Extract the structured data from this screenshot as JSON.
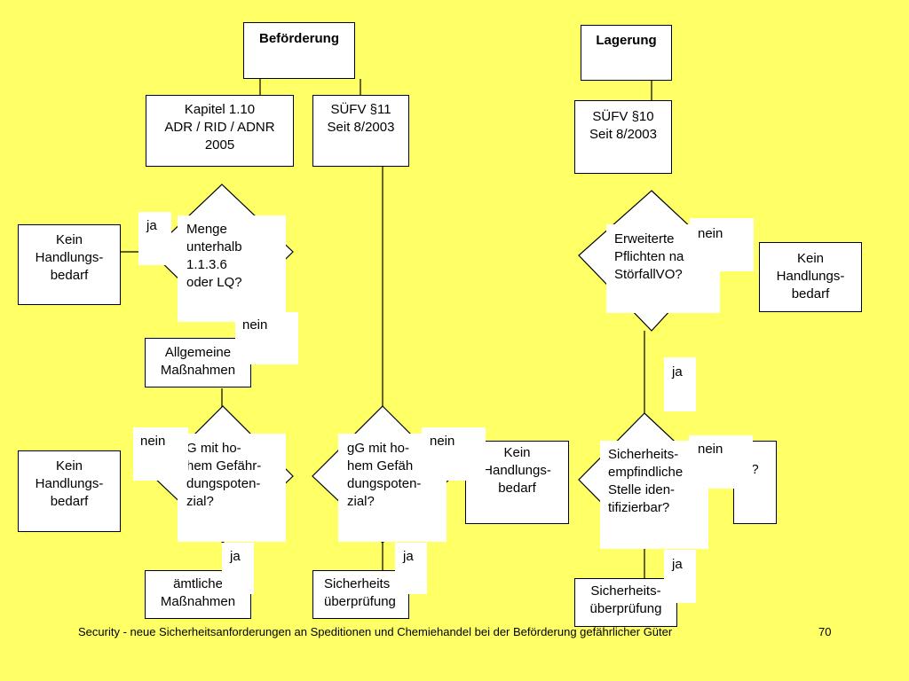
{
  "slide": {
    "transport_title": "Beförderung",
    "storage_title": "Lagerung",
    "chapter": "Kapitel 1.10\nADR / RID / ADNR\n2005",
    "suefv11": "SÜFV §11\nSeit 8/2003",
    "suefv10": "SÜFV §10\nSeit 8/2003",
    "no_action_left_top": "Kein\nHandlungs-\nbedarf",
    "no_action_right_top": "Kein\nHandlungs-\nbedarf",
    "no_action_left_bottom": "Kein\nHandlungs-\nbedarf",
    "no_action_mid_bottom": "Kein\nHandlungs-\nbedarf",
    "general_measures": "Allgemeine\nMaßnahmen",
    "special_measures": "ämtliche\nMaßnahmen",
    "security_check_mid": "Sicherheits\nüberprüfung",
    "security_check_right": "Sicherheits-\nüberprüfung",
    "q_quantity": "Menge\nunterhalb\n1.1.3.6\noder LQ?",
    "q_duties": "Erweiterte\nPflichten na\nStörfallVO?",
    "q_dangerous_left": "G mit ho-\nhem Gefähr-\ndungspoten-\nzial?",
    "q_dangerous_mid": "gG mit ho-\nhem Gefäh\ndungspoten-\nzial?",
    "q_sensitive": "Sicherheits-\nempfindliche\nStelle iden-\ntifizierbar?",
    "q_fragment": "?",
    "ja_1": "ja",
    "nein_1": "nein",
    "nein_2": "nein",
    "ja_2": "ja",
    "nein_3": "nein",
    "ja_3": "ja",
    "nein_4": "nein",
    "ja_4": "ja",
    "nein_5": "nein",
    "ja_5": "ja",
    "footer": "Security - neue Sicherheitsanforderungen an Speditionen und Chemiehandel bei der Beförderung gefährlicher Güter",
    "page_number": "70"
  }
}
